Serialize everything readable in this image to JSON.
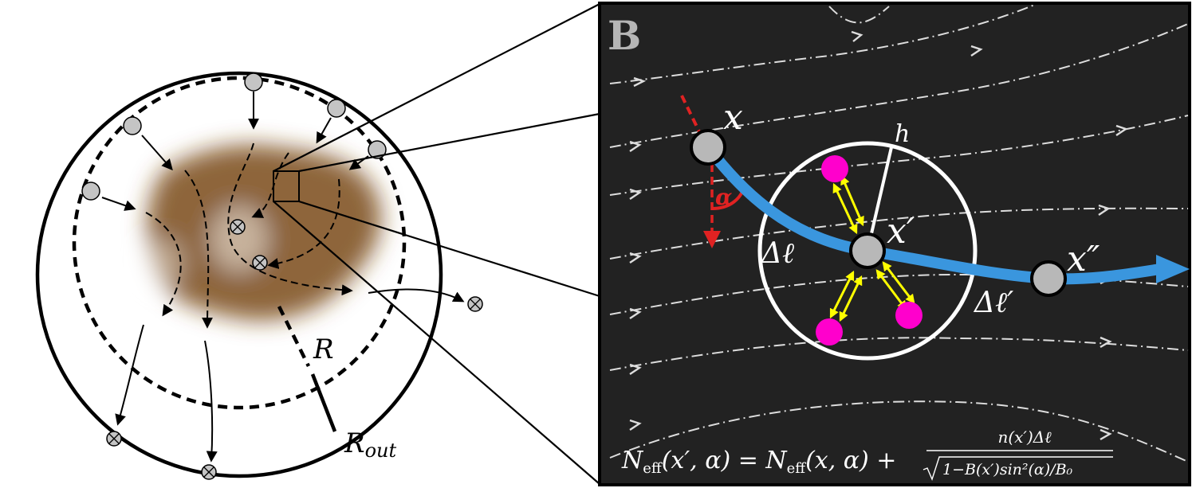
{
  "panel_b": {
    "label": "B",
    "point_labels": {
      "x": "x",
      "x_prime": "x′",
      "x_double_prime": "x″"
    },
    "h_label": "h",
    "alpha_label": "α",
    "delta_l": "Δℓ",
    "delta_l_prime": "Δℓ′",
    "equation": {
      "lhs": "N",
      "lhs_sub": "eff",
      "lhs_args": "(x′, α) = N",
      "rhs_sub": "eff",
      "rhs_args": "(x, α) +",
      "numerator": "n(x′)Δℓ",
      "denominator": "1−B(x′)sin²(α)/B₀"
    },
    "colors": {
      "background": "#222222",
      "path": "#3a96de",
      "alpha_marker": "#e02222",
      "arrows_yellow": "#ffff00",
      "particles": "#ff00cc",
      "node_fill": "#b8b8b8"
    }
  },
  "panel_a": {
    "label_R": "R",
    "label_R_out_main": "R",
    "label_R_out_sub": "out",
    "colors": {
      "cloud": "#7a4a16",
      "node_fill": "#c4c4c4"
    }
  }
}
